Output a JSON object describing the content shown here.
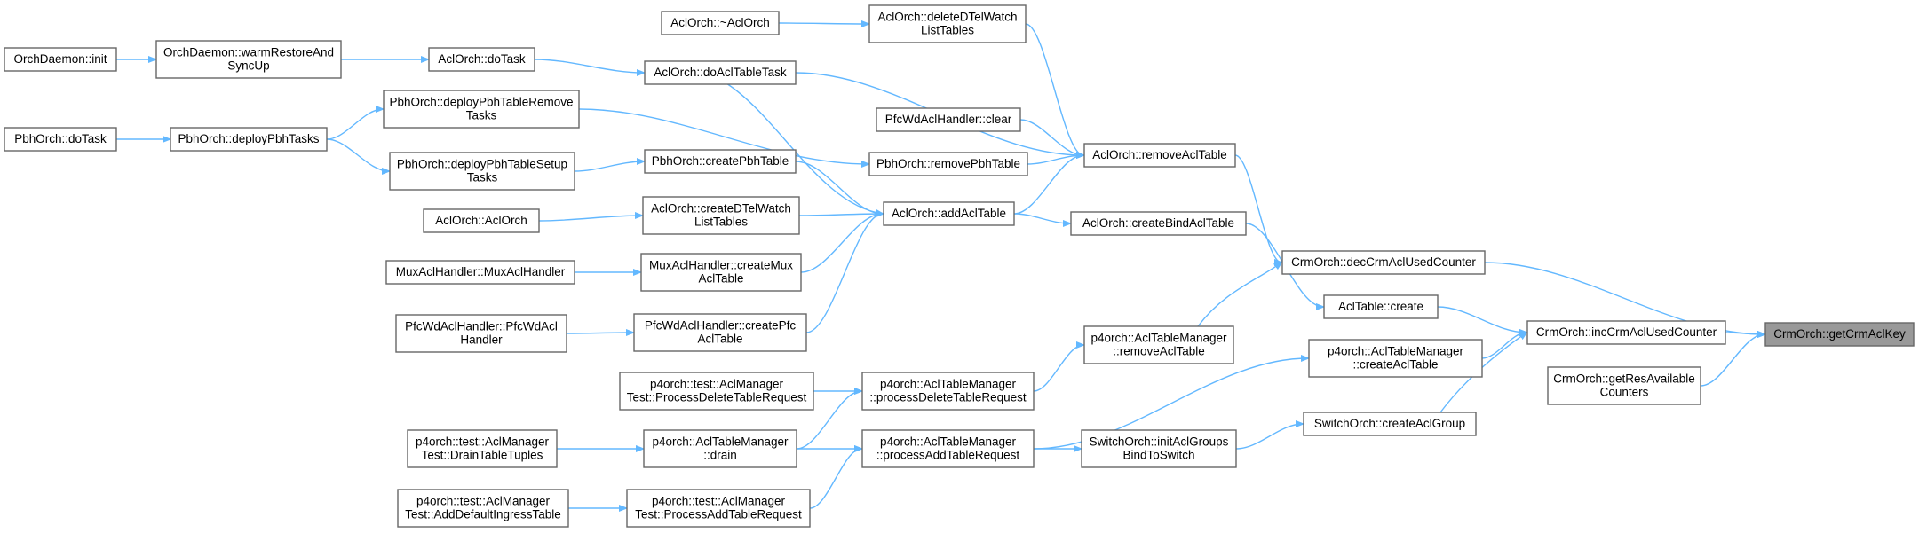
{
  "colors": {
    "edge": "#63b8ff",
    "node_border": "#666666",
    "node_fill": "#ffffff",
    "root_fill": "#999999"
  },
  "nodes": [
    {
      "id": "n_root",
      "lines": [
        "CrmOrch::getCrmAclKey"
      ],
      "root": true
    },
    {
      "id": "n_dec",
      "lines": [
        "CrmOrch::decCrmAclUsedCounter"
      ]
    },
    {
      "id": "n_inc",
      "lines": [
        "CrmOrch::incCrmAclUsedCounter"
      ]
    },
    {
      "id": "n_getres",
      "lines": [
        "CrmOrch::getResAvailable",
        "Counters"
      ]
    },
    {
      "id": "n_remove",
      "lines": [
        "AclOrch::removeAclTable"
      ]
    },
    {
      "id": "n_create",
      "lines": [
        "AclTable::create"
      ]
    },
    {
      "id": "n_p4create",
      "lines": [
        "p4orch::AclTableManager",
        "::createAclTable"
      ]
    },
    {
      "id": "n_swcreate",
      "lines": [
        "SwitchOrch::createAclGroup"
      ]
    },
    {
      "id": "n_deldtel",
      "lines": [
        "AclOrch::deleteDTelWatch",
        "ListTables"
      ]
    },
    {
      "id": "n_pfcclear",
      "lines": [
        "PfcWdAclHandler::clear"
      ]
    },
    {
      "id": "n_pbhremove",
      "lines": [
        "PbhOrch::removePbhTable"
      ]
    },
    {
      "id": "n_addacl",
      "lines": [
        "AclOrch::addAclTable"
      ]
    },
    {
      "id": "n_createbind",
      "lines": [
        "AclOrch::createBindAclTable"
      ]
    },
    {
      "id": "n_p4remove",
      "lines": [
        "p4orch::AclTableManager",
        "::removeAclTable"
      ]
    },
    {
      "id": "n_initgroups",
      "lines": [
        "SwitchOrch::initAclGroups",
        "BindToSwitch"
      ]
    },
    {
      "id": "n_dtor",
      "lines": [
        "AclOrch::~AclOrch"
      ]
    },
    {
      "id": "n_doacltask",
      "lines": [
        "AclOrch::doAclTableTask"
      ]
    },
    {
      "id": "n_pbhcreate",
      "lines": [
        "PbhOrch::createPbhTable"
      ]
    },
    {
      "id": "n_createdtel",
      "lines": [
        "AclOrch::createDTelWatch",
        "ListTables"
      ]
    },
    {
      "id": "n_muxcreate",
      "lines": [
        "MuxAclHandler::createMux",
        "AclTable"
      ]
    },
    {
      "id": "n_pfccreate",
      "lines": [
        "PfcWdAclHandler::createPfc",
        "AclTable"
      ]
    },
    {
      "id": "n_p4procdel",
      "lines": [
        "p4orch::AclTableManager",
        "::processDeleteTableRequest"
      ]
    },
    {
      "id": "n_p4drain",
      "lines": [
        "p4orch::AclTableManager",
        "::drain"
      ]
    },
    {
      "id": "n_p4procadd",
      "lines": [
        "p4orch::AclTableManager",
        "::processAddTableRequest"
      ]
    },
    {
      "id": "n_dotask",
      "lines": [
        "AclOrch::doTask"
      ]
    },
    {
      "id": "n_pbhdeployremove",
      "lines": [
        "PbhOrch::deployPbhTableRemove",
        "Tasks"
      ]
    },
    {
      "id": "n_pbhdeploysetup",
      "lines": [
        "PbhOrch::deployPbhTableSetup",
        "Tasks"
      ]
    },
    {
      "id": "n_aclorchctor",
      "lines": [
        "AclOrch::AclOrch"
      ]
    },
    {
      "id": "n_muxctor",
      "lines": [
        "MuxAclHandler::MuxAclHandler"
      ]
    },
    {
      "id": "n_pfcctor",
      "lines": [
        "PfcWdAclHandler::PfcWdAcl",
        "Handler"
      ]
    },
    {
      "id": "n_testdel",
      "lines": [
        "p4orch::test::AclManager",
        "Test::ProcessDeleteTableRequest"
      ]
    },
    {
      "id": "n_testdrain",
      "lines": [
        "p4orch::test::AclManager",
        "Test::DrainTableTuples"
      ]
    },
    {
      "id": "n_testprocadd",
      "lines": [
        "p4orch::test::AclManager",
        "Test::ProcessAddTableRequest"
      ]
    },
    {
      "id": "n_testdefault",
      "lines": [
        "p4orch::test::AclManager",
        "Test::AddDefaultIngressTable"
      ]
    },
    {
      "id": "n_warmrestore",
      "lines": [
        "OrchDaemon::warmRestoreAnd",
        "SyncUp"
      ]
    },
    {
      "id": "n_pbhdeploytasks",
      "lines": [
        "PbhOrch::deployPbhTasks"
      ]
    },
    {
      "id": "n_daemoninit",
      "lines": [
        "OrchDaemon::init"
      ]
    },
    {
      "id": "n_pbhdotask",
      "lines": [
        "PbhOrch::doTask"
      ]
    }
  ]
}
